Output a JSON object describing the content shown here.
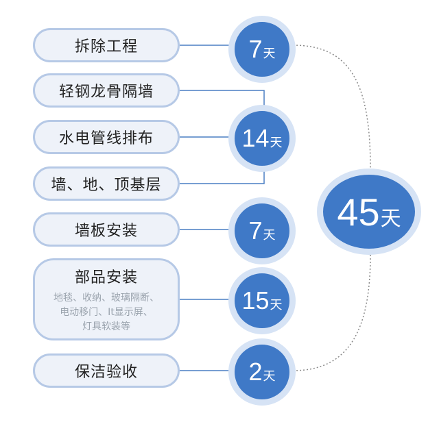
{
  "tasks": [
    {
      "label": "拆除工程"
    },
    {
      "label": "轻钢龙骨隔墙"
    },
    {
      "label": "水电管线排布"
    },
    {
      "label": "墙、地、顶基层"
    },
    {
      "label": "墙板安装"
    },
    {
      "label": "部品安装",
      "detail_lines": [
        "地毯、收纳、玻璃隔断、",
        "电动移门、It显示屏、",
        "灯具软装等"
      ]
    },
    {
      "label": "保洁验收"
    }
  ],
  "durations": [
    {
      "value": "7",
      "unit": "天"
    },
    {
      "value": "14",
      "unit": "天"
    },
    {
      "value": "7",
      "unit": "天"
    },
    {
      "value": "15",
      "unit": "天"
    },
    {
      "value": "2",
      "unit": "天"
    }
  ],
  "total": {
    "value": "45",
    "unit": "天"
  },
  "colors": {
    "badge_fill": "#3f79c7",
    "badge_ring": "#d6e3f5",
    "pill_fill": "#eef2f9",
    "pill_border": "#b6c9e6",
    "connector": "#4a7fc4"
  }
}
